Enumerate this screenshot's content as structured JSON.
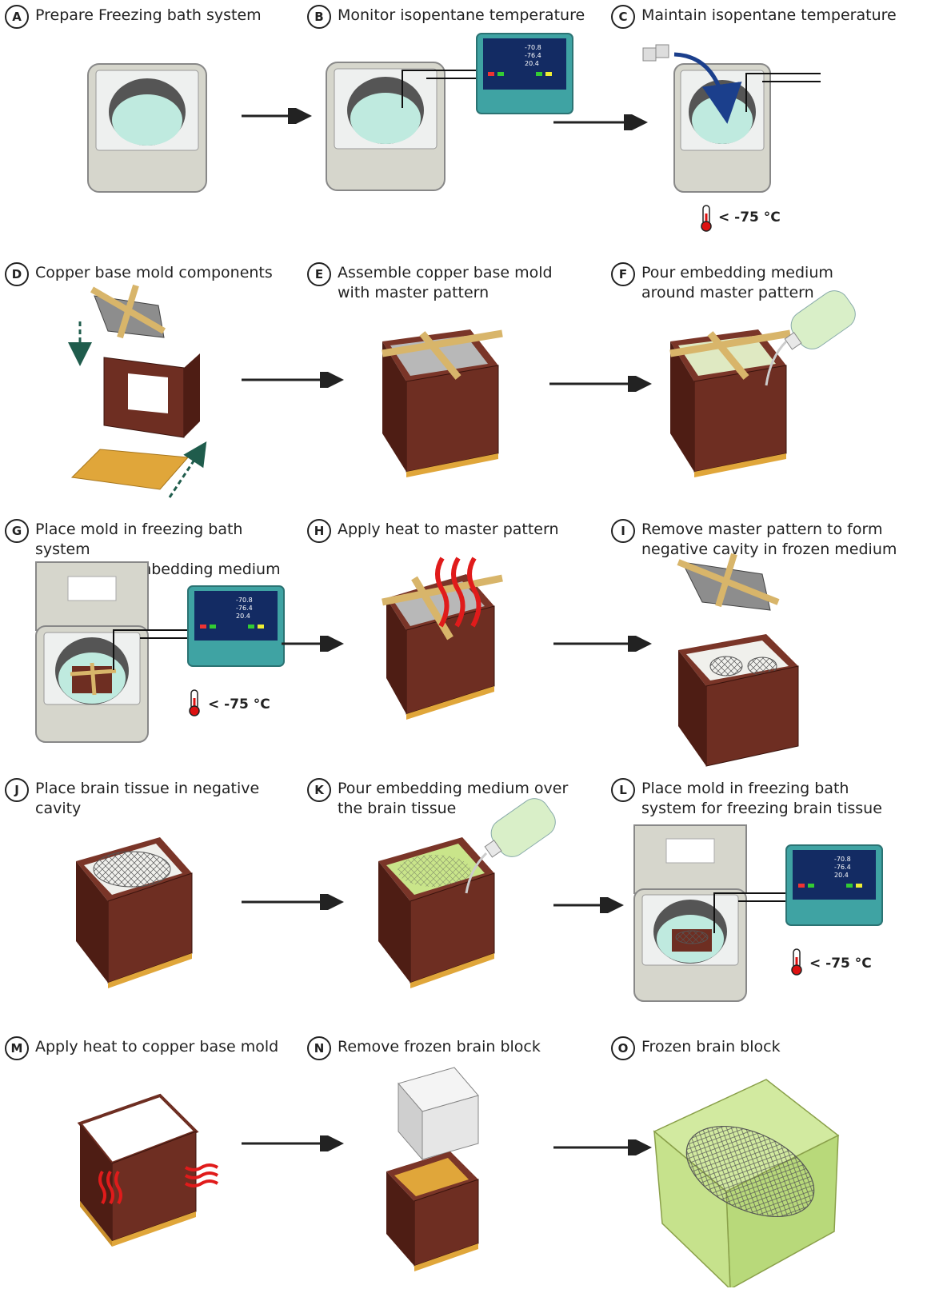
{
  "panels": [
    {
      "letter": "A",
      "title": "Prepare Freezing bath system"
    },
    {
      "letter": "B",
      "title": "Monitor isopentane temperature"
    },
    {
      "letter": "C",
      "title": "Maintain isopentane temperature"
    },
    {
      "letter": "D",
      "title": "Copper base mold components"
    },
    {
      "letter": "E",
      "title": "Assemble copper base mold\nwith master pattern"
    },
    {
      "letter": "F",
      "title": "Pour embedding medium\naround master pattern"
    },
    {
      "letter": "G",
      "title": "Place mold in freezing bath system\nfor freezing embedding medium"
    },
    {
      "letter": "H",
      "title": "Apply heat to master pattern"
    },
    {
      "letter": "I",
      "title": "Remove master pattern to form\nnegative cavity in frozen medium"
    },
    {
      "letter": "J",
      "title": "Place brain tissue in negative cavity"
    },
    {
      "letter": "K",
      "title": "Pour embedding medium over\nthe brain tissue"
    },
    {
      "letter": "L",
      "title": "Place mold in freezing bath\nsystem for freezing brain tissue"
    },
    {
      "letter": "M",
      "title": "Apply heat to copper base mold"
    },
    {
      "letter": "N",
      "title": "Remove frozen brain block"
    },
    {
      "letter": "O",
      "title": "Frozen brain block"
    }
  ],
  "temperature_label": "< -75 °C",
  "monitor_readings": [
    "-70.8",
    "-76.4",
    "20.4"
  ],
  "colors": {
    "copper": "#6e2e22",
    "copper_dark": "#4e1d14",
    "base_plate": "#e0a63a",
    "bath_shell": "#d6d6cc",
    "isopentane": "#bfeadf",
    "monitor_case": "#3fa3a3",
    "monitor_screen": "#132b63",
    "gel": "#c9e58a",
    "heat": "#e01b1b",
    "wood": "#d8b56a",
    "arrow": "#222222"
  }
}
